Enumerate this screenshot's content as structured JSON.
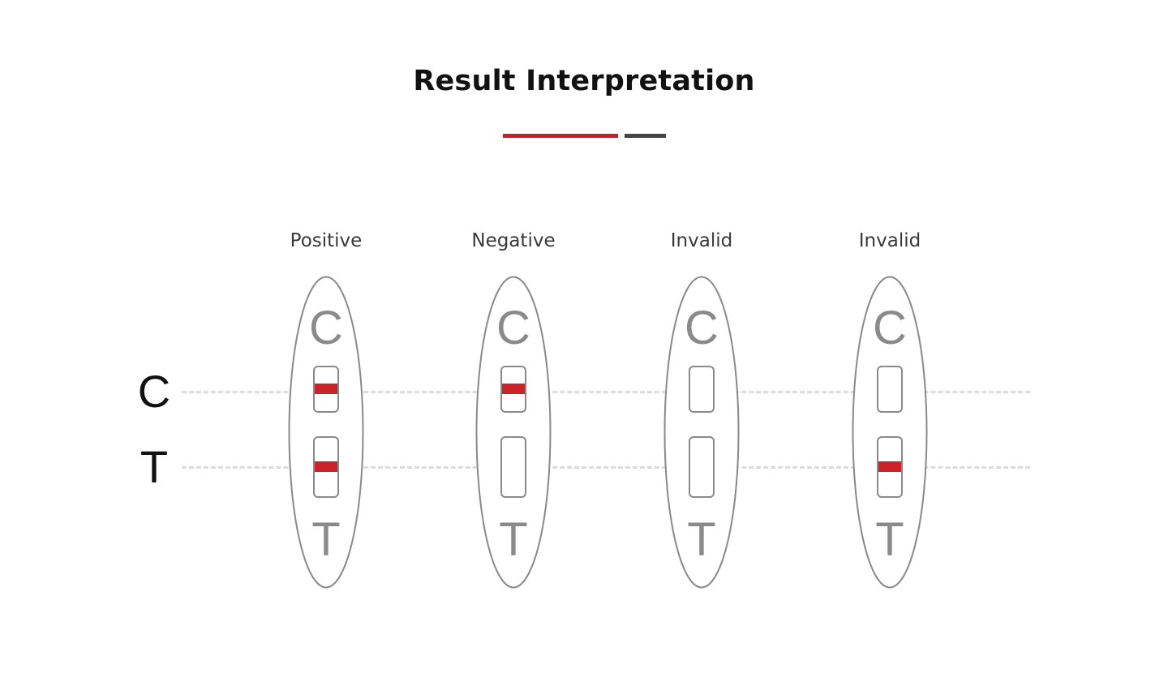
{
  "header": {
    "title": "Result Interpretation",
    "accent_color": "#c8202a",
    "secondary_color": "#444444"
  },
  "row_labels": {
    "control": "C",
    "test": "T"
  },
  "strip_marks": {
    "control": "C",
    "test": "T"
  },
  "band_color": "#cc2229",
  "strips": [
    {
      "label": "Positive",
      "control_line": true,
      "test_line": true
    },
    {
      "label": "Negative",
      "control_line": true,
      "test_line": false
    },
    {
      "label": "Invalid",
      "control_line": false,
      "test_line": false
    },
    {
      "label": "Invalid",
      "control_line": false,
      "test_line": true
    }
  ]
}
